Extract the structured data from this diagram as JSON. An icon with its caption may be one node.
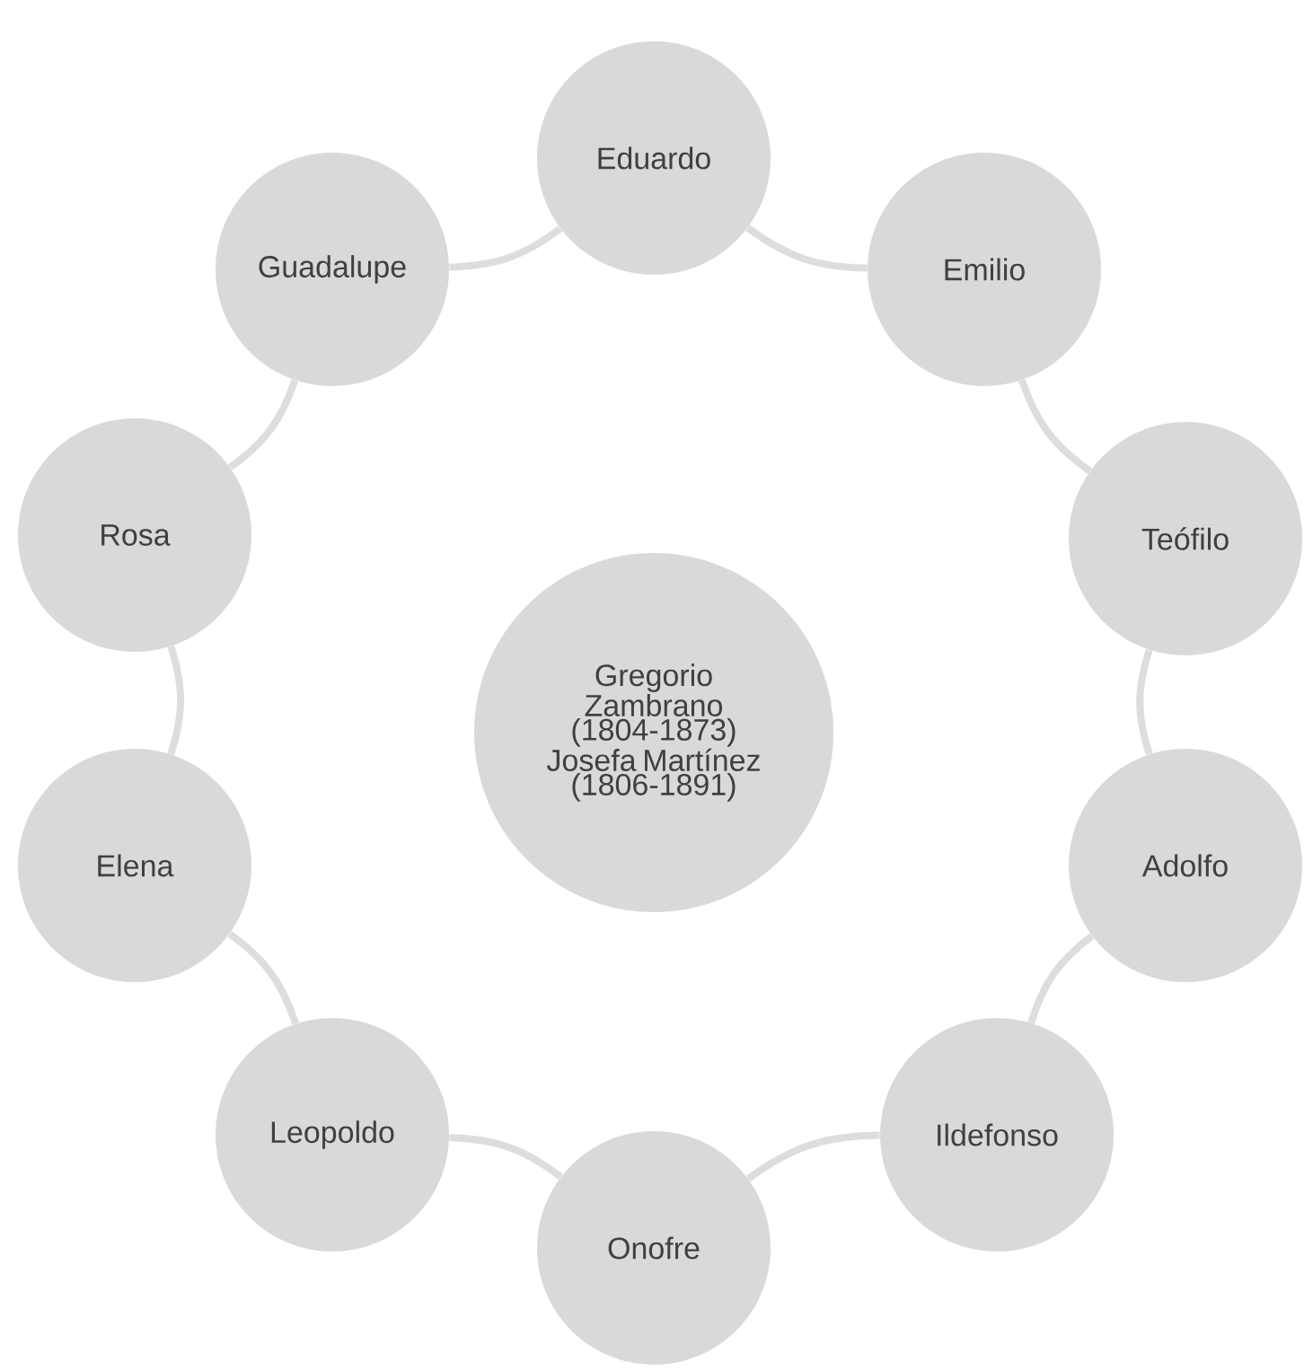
{
  "diagram": {
    "nodes": [
      {
        "text": [
          "Gregorio Zambrano (1804-1873) Josefa Martínez (1806-1891)"
        ]
      },
      {
        "text": [
          "Eduardo"
        ]
      },
      {
        "text": [
          "Emilio"
        ]
      },
      {
        "text": [
          "Teófilo"
        ]
      },
      {
        "text": [
          "Adolfo"
        ]
      },
      {
        "text": [
          "Ildefonso"
        ]
      },
      {
        "text": [
          "Onofre"
        ]
      },
      {
        "text": [
          "Leopoldo"
        ]
      },
      {
        "text": [
          "Elena"
        ]
      },
      {
        "text": [
          "Rosa"
        ]
      },
      {
        "text": [
          "Guadalupe"
        ]
      }
    ],
    "edges": [
      {
        "from": 1,
        "to": 2,
        "arrow": "none"
      },
      {
        "from": 2,
        "to": 3,
        "arrow": "none"
      },
      {
        "from": 3,
        "to": 4,
        "arrow": "none"
      },
      {
        "from": 4,
        "to": 5,
        "arrow": "none"
      },
      {
        "from": 5,
        "to": 6,
        "arrow": "none"
      },
      {
        "from": 6,
        "to": 7,
        "arrow": "none"
      },
      {
        "from": 7,
        "to": 8,
        "arrow": "none"
      },
      {
        "from": 8,
        "to": 9,
        "arrow": "none"
      },
      {
        "from": 9,
        "to": 10,
        "arrow": "none"
      },
      {
        "from": 10,
        "to": 1,
        "arrow": "none"
      }
    ]
  }
}
